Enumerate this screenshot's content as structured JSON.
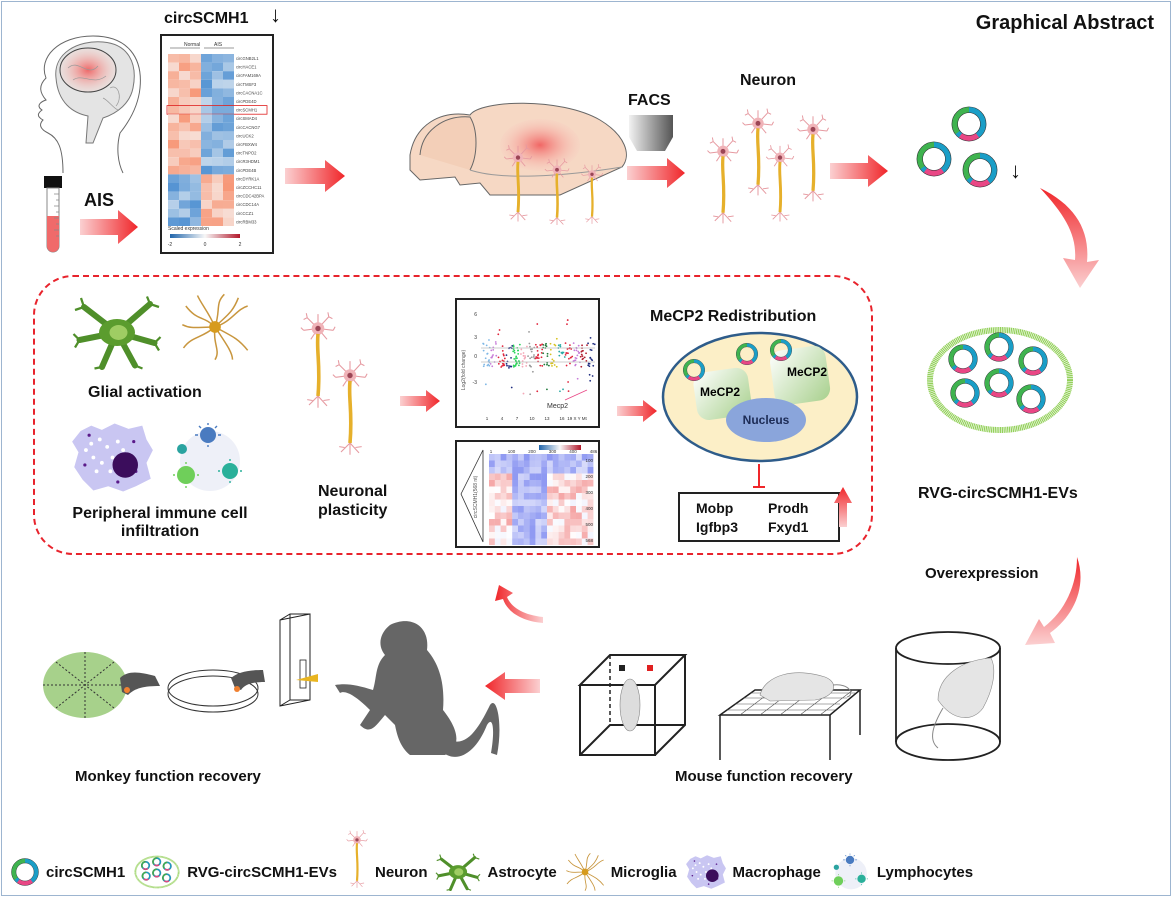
{
  "title": "Graphical Abstract",
  "colors": {
    "arrow_red": "#f0262a",
    "dash_red": "#e8232c",
    "circ_green": "#3fb34f",
    "circ_blue": "#1a9ec7",
    "circ_pink": "#e94785",
    "frame_blue": "#9db5d0",
    "nucleus": "#8aa5db",
    "cell_fill": "#fcefc7",
    "cell_border": "#2e5c8a"
  },
  "top_row": {
    "ais_label": "AIS",
    "heatmap_title": "circSCMH1",
    "heatmap_down_arrow": "↓",
    "heatmap": {
      "group_labels": [
        "Normal",
        "AIS"
      ],
      "genes": [
        "circGNB2L1",
        "circHACE1",
        "circFAM169A",
        "circTMSF3",
        "circCACNA1C",
        "circPDE4D",
        "circSCMH1",
        "circSMAD4",
        "circCACNG7",
        "circUCK2",
        "circFBXW4",
        "circTNPO2",
        "circR3HDM1",
        "circPDE4B",
        "circDYRK1A",
        "circZCCHC11",
        "circCDC42BPA",
        "circCDC14A",
        "circCCZ1",
        "circRBM33"
      ],
      "highlighted_gene": "circSCMH1",
      "scale_label": "Scaled expression",
      "scale_ticks": [
        "-2",
        "0",
        "2"
      ]
    },
    "facs_label": "FACS",
    "neuron_label": "Neuron",
    "circ_down_arrow": "↓"
  },
  "middle": {
    "glial_label": "Glial activation",
    "immune_label_line1": "Peripheral immune cell",
    "immune_label_line2": "infiltration",
    "neuronal_label_line1": "Neuronal",
    "neuronal_label_line2": "plasticity",
    "manhattan": {
      "ylabel": "Log2(fold change)",
      "yticks": [
        "6",
        "3",
        "0",
        "-3"
      ],
      "xticks": [
        "1",
        "4",
        "7",
        "10",
        "13",
        "16",
        "19 X Y Mt"
      ],
      "annotation": "Mecp2"
    },
    "binding_heatmap": {
      "ylabel": "circSCMH1(568 nt)",
      "xticks": [
        "1",
        "100",
        "200",
        "300",
        "400",
        "486"
      ],
      "yticks": [
        "100",
        "200",
        "300",
        "400",
        "500",
        "568"
      ]
    },
    "mecp2_title": "MeCP2 Redistribution",
    "mecp2_label_a": "MeCP2",
    "mecp2_label_b": "MeCP2",
    "nucleus_label": "Nucleus",
    "genes": [
      "Mobp",
      "Prodh",
      "Igfbp3",
      "Fxyd1"
    ],
    "ev_label": "RVG-circSCMH1-EVs",
    "overexpression_label": "Overexpression"
  },
  "bottom": {
    "monkey_label": "Monkey function recovery",
    "mouse_label": "Mouse function recovery"
  },
  "legend": [
    {
      "icon": "circscmh1-icon",
      "label": "circSCMH1"
    },
    {
      "icon": "ev-icon",
      "label": "RVG-circSCMH1-EVs"
    },
    {
      "icon": "neuron-icon",
      "label": "Neuron"
    },
    {
      "icon": "astrocyte-icon",
      "label": "Astrocyte"
    },
    {
      "icon": "microglia-icon",
      "label": "Microglia"
    },
    {
      "icon": "macrophage-icon",
      "label": "Macrophage"
    },
    {
      "icon": "lymphocyte-icon",
      "label": "Lymphocytes"
    }
  ]
}
